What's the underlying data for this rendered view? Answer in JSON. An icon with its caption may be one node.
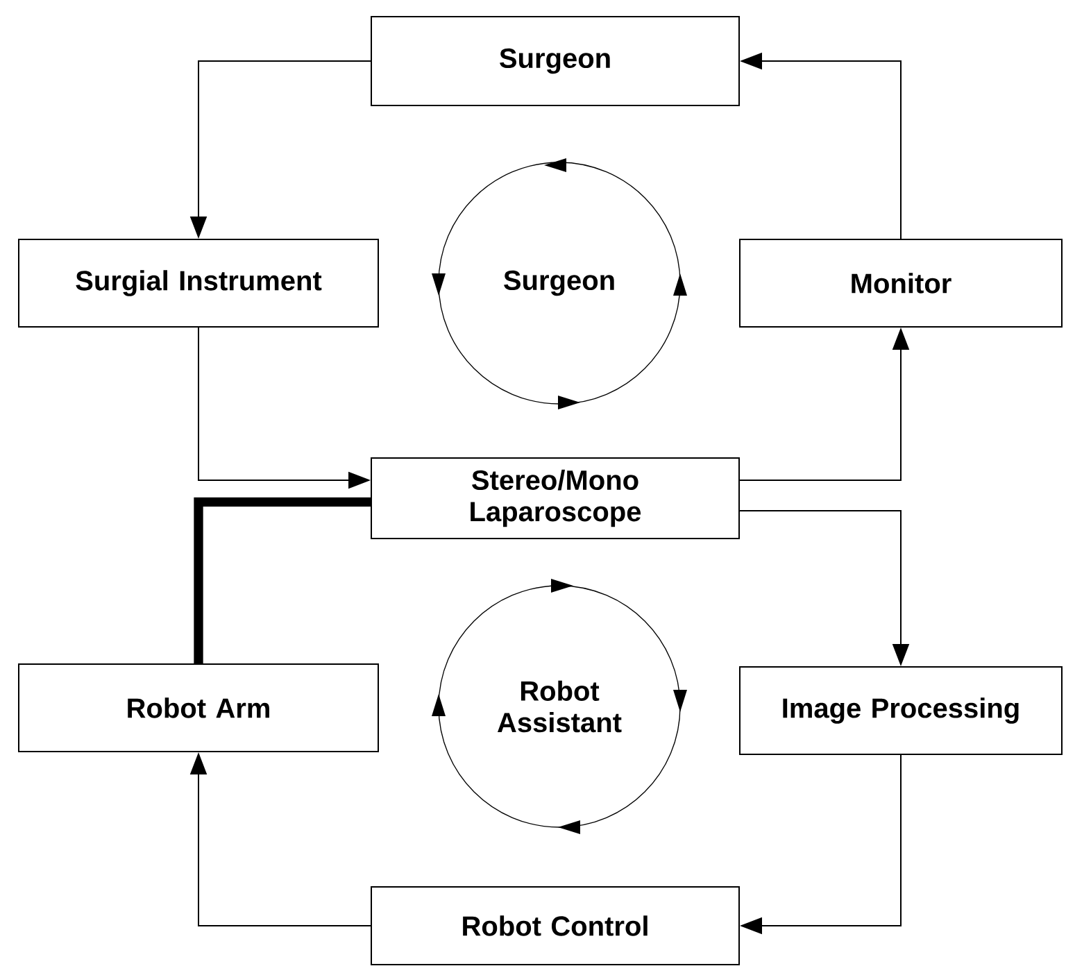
{
  "diagram": {
    "nodes": [
      {
        "text": [
          "Surgeon"
        ]
      },
      {
        "text": [
          "Surgial Instrument"
        ]
      },
      {
        "text": [
          "Surgeon"
        ]
      },
      {
        "text": [
          "Monitor"
        ]
      },
      {
        "text": [
          "Stereo/Mono Laparoscope"
        ]
      },
      {
        "text": [
          "Robot Arm"
        ]
      },
      {
        "text": [
          "Robot Assistant"
        ]
      },
      {
        "text": [
          "Image Processing"
        ]
      },
      {
        "text": [
          "Robot Control"
        ]
      }
    ],
    "edges": [
      {
        "from": 0,
        "to": 1,
        "arrow": "to"
      },
      {
        "from": 1,
        "to": 4,
        "arrow": "to"
      },
      {
        "from": 4,
        "to": 3,
        "arrow": "to"
      },
      {
        "from": 3,
        "to": 0,
        "arrow": "to"
      },
      {
        "from": 4,
        "to": 5,
        "arrow": "none",
        "style": "thick"
      },
      {
        "from": 4,
        "to": 7,
        "arrow": "to"
      },
      {
        "from": 7,
        "to": 8,
        "arrow": "to"
      },
      {
        "from": 8,
        "to": 5,
        "arrow": "to"
      }
    ]
  }
}
